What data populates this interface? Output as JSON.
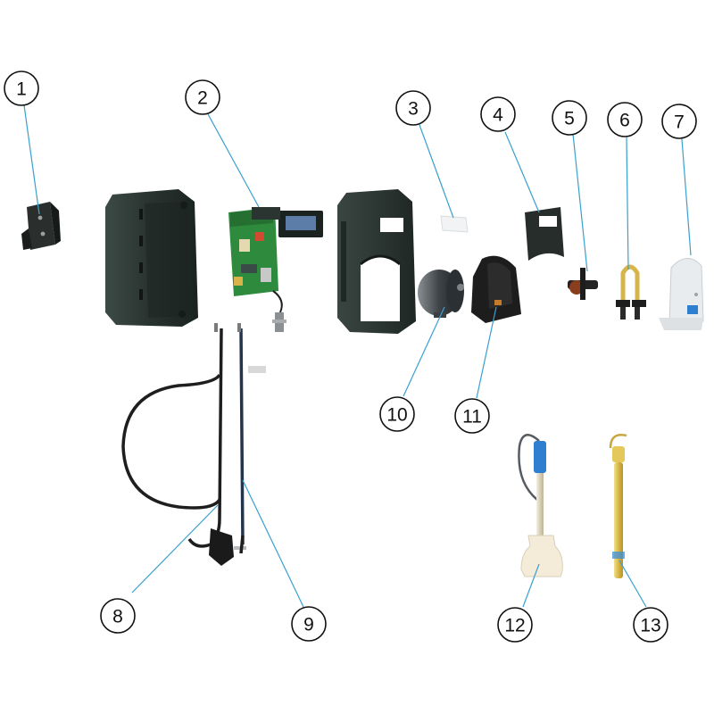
{
  "diagram": {
    "callouts": [
      {
        "number": "1"
      },
      {
        "number": "2"
      },
      {
        "number": "3"
      },
      {
        "number": "4"
      },
      {
        "number": "5"
      },
      {
        "number": "6"
      },
      {
        "number": "7"
      },
      {
        "number": "8"
      },
      {
        "number": "9"
      },
      {
        "number": "10"
      },
      {
        "number": "11"
      },
      {
        "number": "12"
      },
      {
        "number": "13"
      }
    ]
  },
  "colors": {
    "leader_line": "#3aa0d0",
    "callout_circle": "#111111",
    "housing": "#2b3531",
    "pcb": "#2e8b3d",
    "cable": "#1e1e1e",
    "tube": "#e2c25a",
    "probe_cap": "#2f7fd0"
  }
}
